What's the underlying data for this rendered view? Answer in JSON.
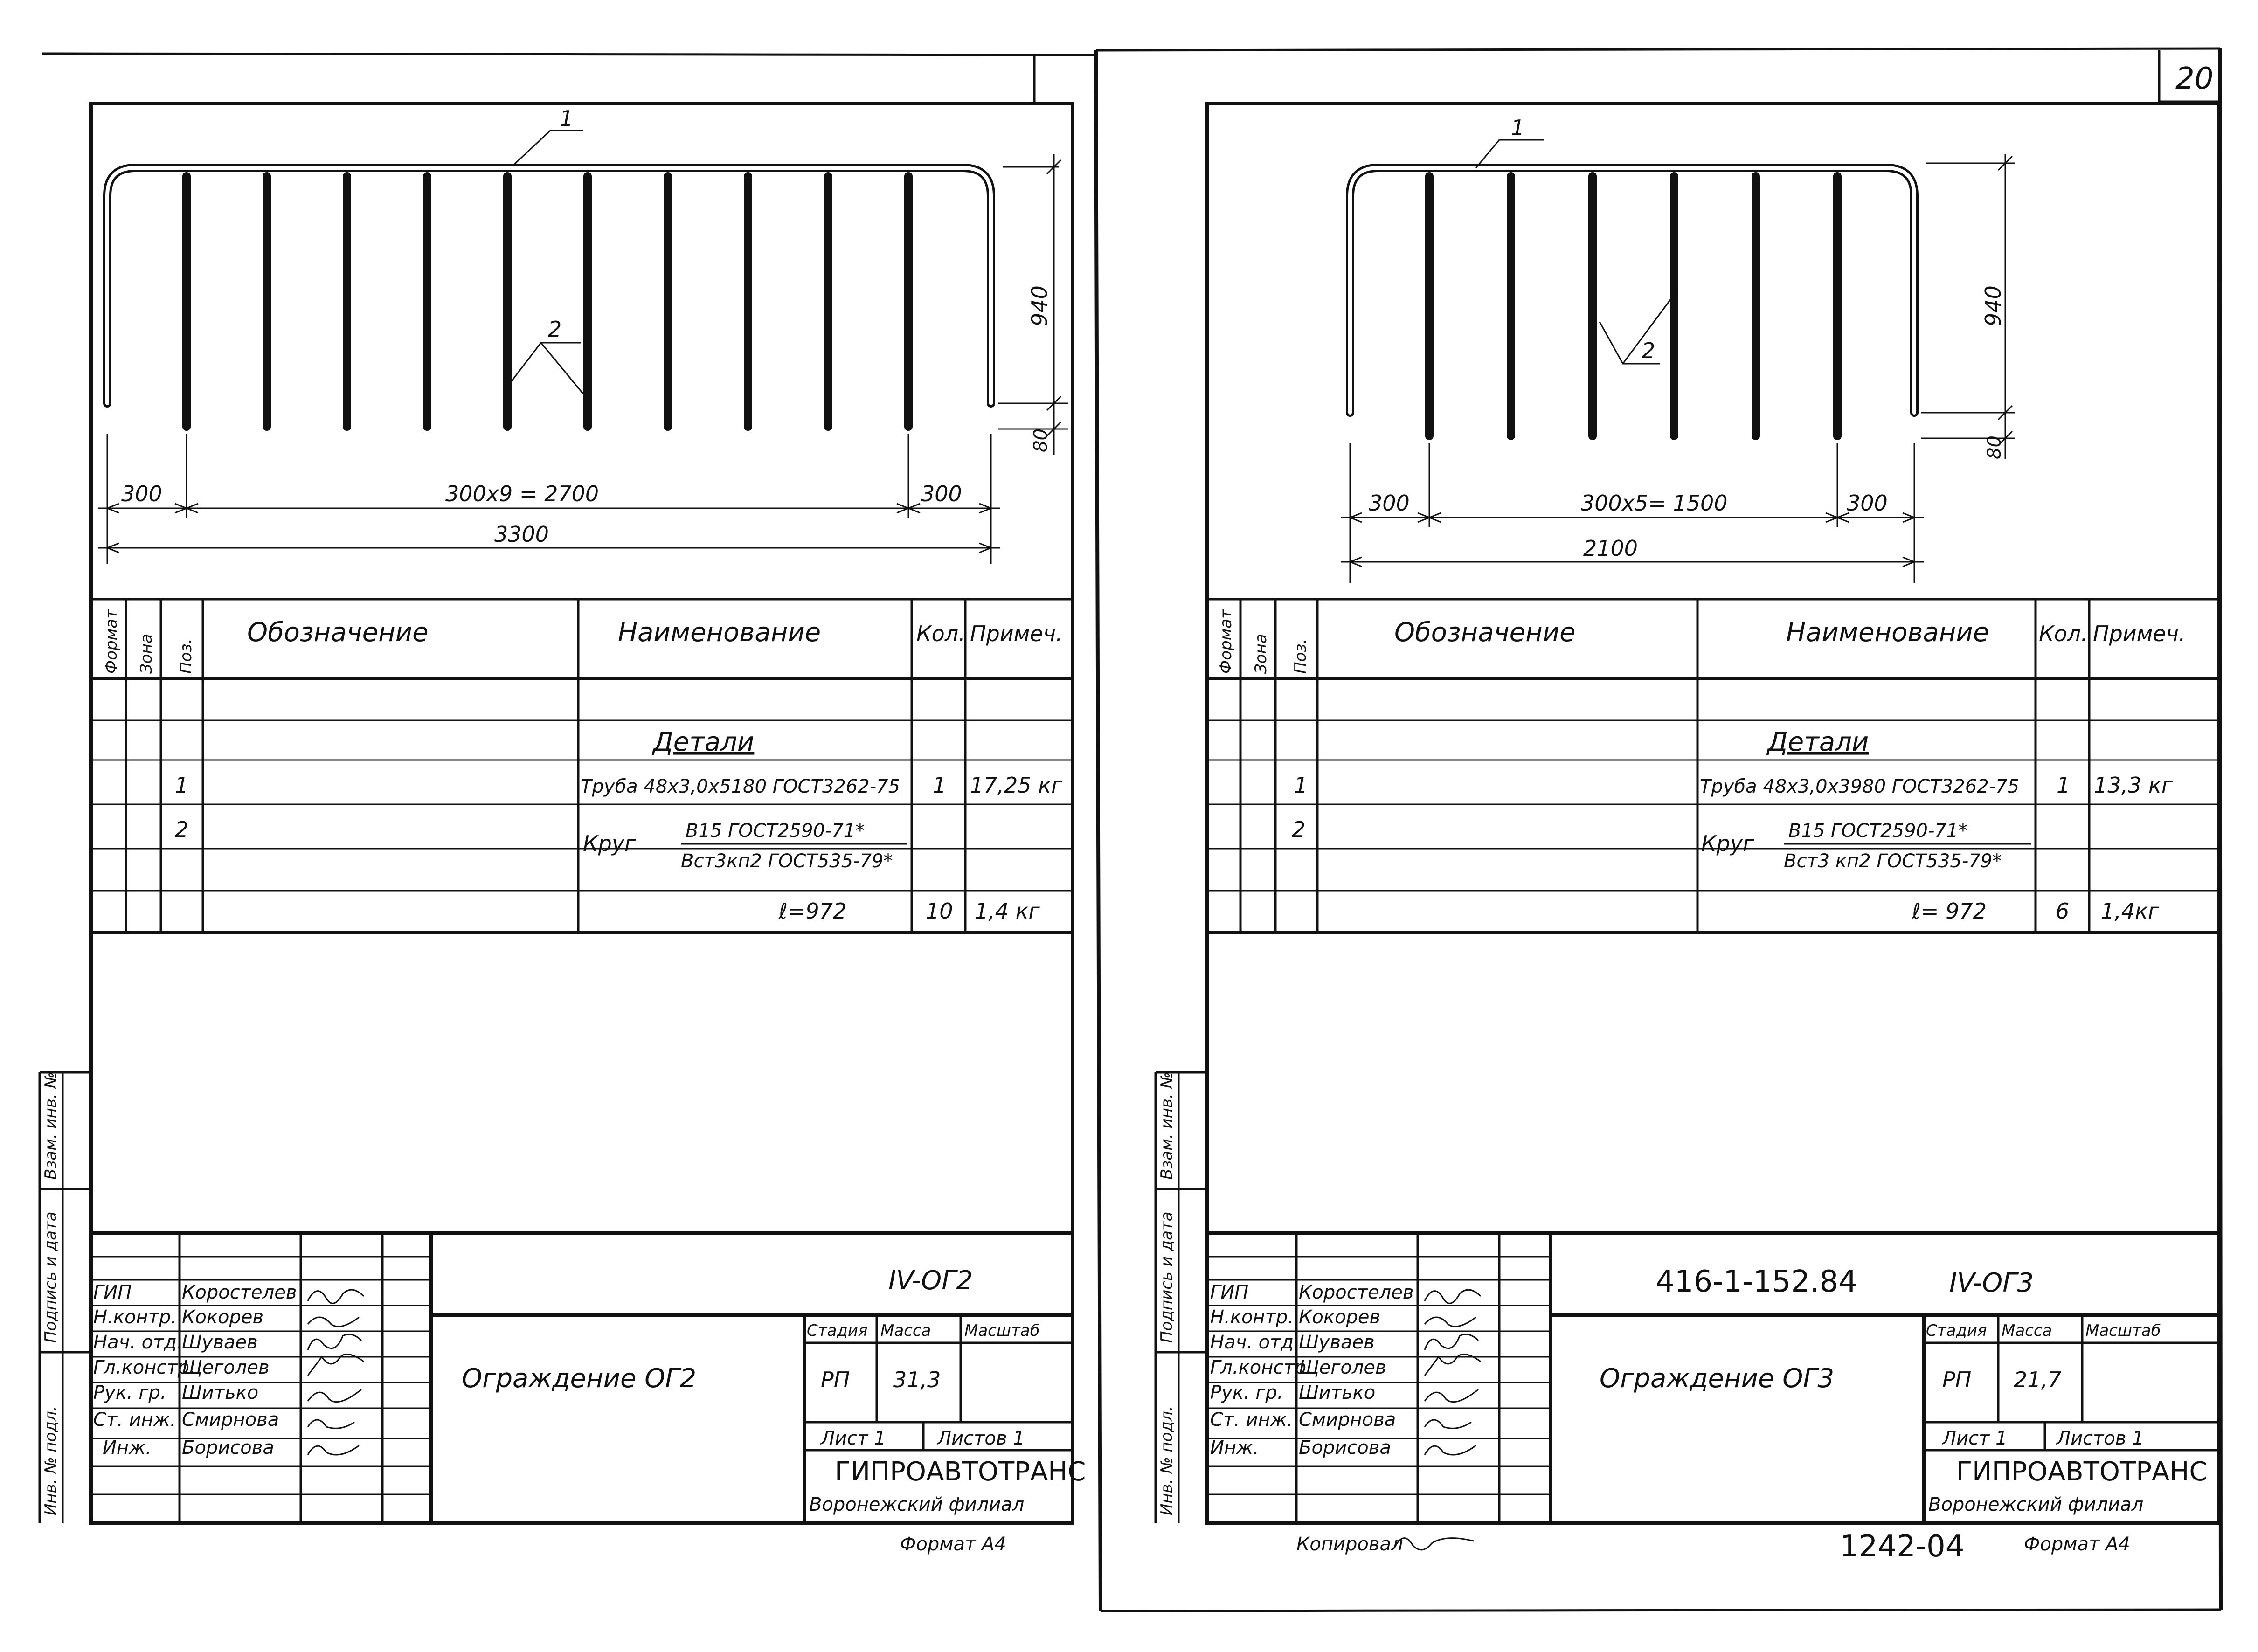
{
  "page_number": "20",
  "copy_note": "Копировал",
  "copy_number": "1242-04",
  "side_stamp": {
    "left": [
      "Инв. № подл.",
      "Подпись и дата",
      "Взам. инв. №"
    ],
    "right": [
      "Инв. № подл.",
      "Подпись и дата",
      "Взам. инв. №"
    ]
  },
  "spec_headers": {
    "format": "Формат",
    "zone": "Зона",
    "pos": "Поз.",
    "designation": "Обозначение",
    "name": "Наименование",
    "qty": "Кол.",
    "note": "Примеч."
  },
  "title_block_labels": {
    "stage": "Стадия",
    "mass": "Масса",
    "scale": "Масштаб",
    "sheet": "Лист 1",
    "sheets": "Листов 1",
    "company": "ГИПРОАВТОТРАНС",
    "branch": "Воронежский филиал",
    "format": "Формат А4"
  },
  "roles": [
    "ГИП",
    "Н.контр.",
    "Нач. отд.",
    "Гл.констр.",
    "Рук. гр.",
    "Ст. инж.",
    "Инж."
  ],
  "people": [
    "Коростелев",
    "Кокорев",
    "Шуваев",
    "Щеголев",
    "Шитько",
    "Смирнова",
    "Борисова"
  ],
  "sheets": [
    {
      "id": "og2",
      "drawing": {
        "callout_pipe": "1",
        "callout_bar": "2",
        "height": "940",
        "leg": "80",
        "dim_left": "300",
        "dim_middle": "300x9 = 2700",
        "dim_right": "300",
        "dim_total": "3300"
      },
      "spec": {
        "section": "Детали",
        "row1_pos": "1",
        "row1_name": "Труба 48x3,0x5180 ГОСТ3262-75",
        "row1_qty": "1",
        "row1_note": "17,25 кг",
        "row2_pos": "2",
        "row2_prefix": "Круг",
        "row2_top": "B15 ГОСТ2590-71*",
        "row2_bottom": "Bст3кп2 ГОСТ535-79*",
        "row3_name": "ℓ=972",
        "row3_qty": "10",
        "row3_note": "1,4 кг"
      },
      "title": {
        "doc_code": "",
        "code": "IV-ОГ2",
        "name": "Ограждение ОГ2",
        "stage": "РП",
        "mass": "31,3"
      }
    },
    {
      "id": "og3",
      "drawing": {
        "callout_pipe": "1",
        "callout_bar": "2",
        "height": "940",
        "leg": "80",
        "dim_left": "300",
        "dim_middle": "300x5= 1500",
        "dim_right": "300",
        "dim_total": "2100"
      },
      "spec": {
        "section": "Детали",
        "row1_pos": "1",
        "row1_name": "Труба 48x3,0x3980 ГОСТ3262-75",
        "row1_qty": "1",
        "row1_note": "13,3 кг",
        "row2_pos": "2",
        "row2_prefix": "Круг",
        "row2_top": "B15 ГОСТ2590-71*",
        "row2_bottom": "Bст3 кп2 ГОСТ535-79*",
        "row3_name": "ℓ= 972",
        "row3_qty": "6",
        "row3_note": "1,4кг"
      },
      "title": {
        "doc_code": "416-1-152.84",
        "code": "IV-ОГ3",
        "name": "Ограждение ОГ3",
        "stage": "РП",
        "mass": "21,7"
      }
    }
  ]
}
